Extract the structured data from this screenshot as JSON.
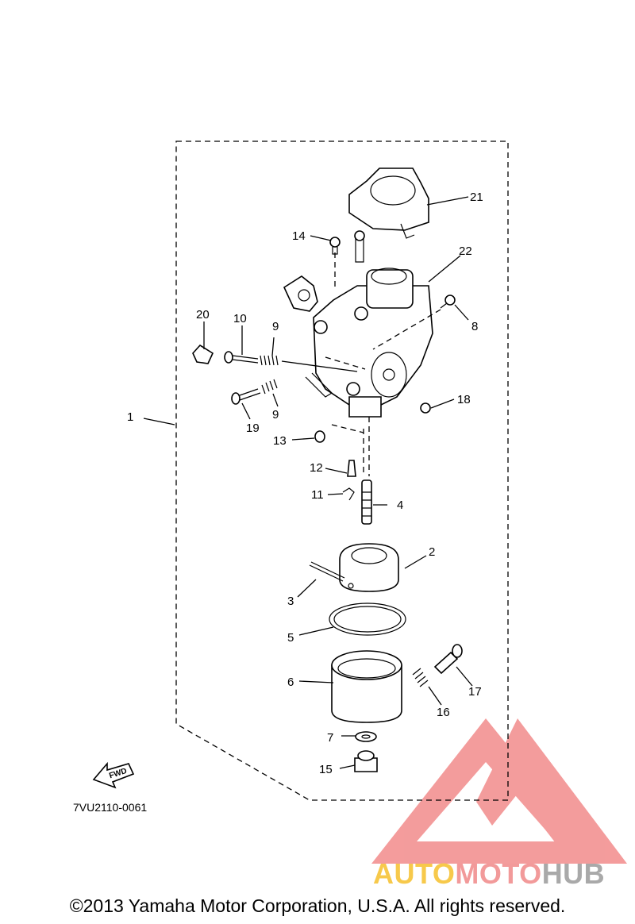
{
  "callouts": [
    "1",
    "2",
    "3",
    "4",
    "5",
    "6",
    "7",
    "8",
    "9",
    "9",
    "10",
    "11",
    "12",
    "13",
    "14",
    "15",
    "16",
    "17",
    "18",
    "19",
    "20",
    "21",
    "22"
  ],
  "fwd_label": "FWD",
  "diagram_code": "7VU2110-0061",
  "watermark": {
    "brand_part1": "AUTO",
    "brand_part2": "MOTO",
    "brand_part3": "HUB",
    "colors": {
      "triangle": "#f28b8b",
      "auto": "#f7c94b",
      "moto": "#f29a9a",
      "hub": "#a9a9a9"
    }
  },
  "copyright": "©2013 Yamaha Motor Corporation, U.S.A. All rights reserved."
}
